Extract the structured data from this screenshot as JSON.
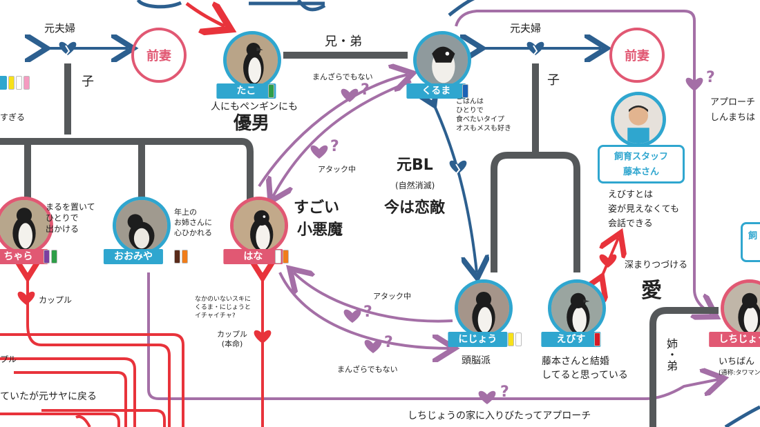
{
  "colors": {
    "blue_tag": "#2fa6cf",
    "pink_tag": "#e15873",
    "line_gray": "#55585a",
    "line_blue": "#2c5f8f",
    "line_purple": "#a46fa6",
    "line_red": "#e8333b",
    "heart_red": "#e8333b",
    "heart_purple": "#a46fa6",
    "heart_blue": "#2c5f8f"
  },
  "nodes": {
    "tako": {
      "name": "たこ",
      "swatches": [
        "#2e9e48"
      ]
    },
    "kuruma": {
      "name": "くるま",
      "swatches": [
        "#1c62b5"
      ]
    },
    "chara": {
      "name": "ちゃら",
      "swatches": [
        "#7b3fa0",
        "#2e9e48"
      ]
    },
    "oomiya": {
      "name": "おおみや",
      "swatches": [
        "#5a2b1a",
        "#f07d1a"
      ]
    },
    "hana": {
      "name": "はな",
      "swatches": [
        "#ffffff",
        "#f07d1a"
      ]
    },
    "nijou": {
      "name": "にじょう",
      "swatches": [
        "#f7e11a",
        "#ffffff"
      ]
    },
    "ebisu": {
      "name": "えびす",
      "swatches": [
        "#d71a26"
      ]
    },
    "shichijou": {
      "name": "しちじょう",
      "swatches": []
    },
    "left_partial": {
      "swatches": [
        "#f7e11a",
        "#ffffff",
        "#f59bc0"
      ]
    }
  },
  "labels": {
    "ex_spouse_left": "元夫婦",
    "ex_spouse_right": "元夫婦",
    "ex_wife_left": "前妻",
    "ex_wife_right": "前妻",
    "child_left": "子",
    "child_right": "子",
    "brothers": "兄・弟",
    "sister_brother": "姉・弟",
    "tako_desc_1": "人にもペンギンにも",
    "tako_desc_2": "優男",
    "kuruma_desc_1": "ごはんは",
    "kuruma_desc_2": "ひとりで",
    "kuruma_desc_3": "食べたいタイプ",
    "kuruma_desc_4": "オスもメスも好き",
    "manzara_top": "まんざらでもない",
    "attack_top": "アタック中",
    "ex_bl_1": "元BL",
    "ex_bl_2": "(自然消滅)",
    "ex_bl_3": "今は恋敵",
    "approach_right_1": "アプローチ",
    "approach_right_2": "しんまちは",
    "staff_title": "飼育スタッフ",
    "staff_name": "藤本さん",
    "ebisu_staff_1": "えびすとは",
    "ebisu_staff_2": "姿が見えなくても",
    "ebisu_staff_3": "会話できる",
    "deep_love_1": "深まりつづける",
    "deep_love_2": "愛",
    "chara_desc_1": "まるを置いて",
    "chara_desc_2": "ひとりで",
    "chara_desc_3": "出かける",
    "oomiya_desc_1": "年上の",
    "oomiya_desc_2": "お姉さんに",
    "oomiya_desc_3": "心ひかれる",
    "hana_desc_1": "すごい",
    "hana_desc_2": "小悪魔",
    "couple_left": "カップル",
    "nijou_attack": "アタック中",
    "sneak_1": "なかのいないスキに",
    "sneak_2": "くるま・にじょうと",
    "sneak_3": "イチャイチャ?",
    "couple_true_1": "カップル",
    "couple_true_2": "(本命)",
    "manzara_bottom": "まんざらでもない",
    "nijou_desc": "頭脳派",
    "ebisu_desc_1": "藤本さんと結婚",
    "ebisu_desc_2": "してると思っている",
    "shichijou_desc_1": "いちばん",
    "shichijou_desc_2": "(通称:タワマン",
    "bottom_approach": "しちじょうの家に入りびたってアプローチ",
    "left_bottom_note": "ていたが元サヤに戻る",
    "left_too_much": "すぎる",
    "left_edge_pl": "プル",
    "right_edge_partial": "飼",
    "question_mark": "?"
  }
}
